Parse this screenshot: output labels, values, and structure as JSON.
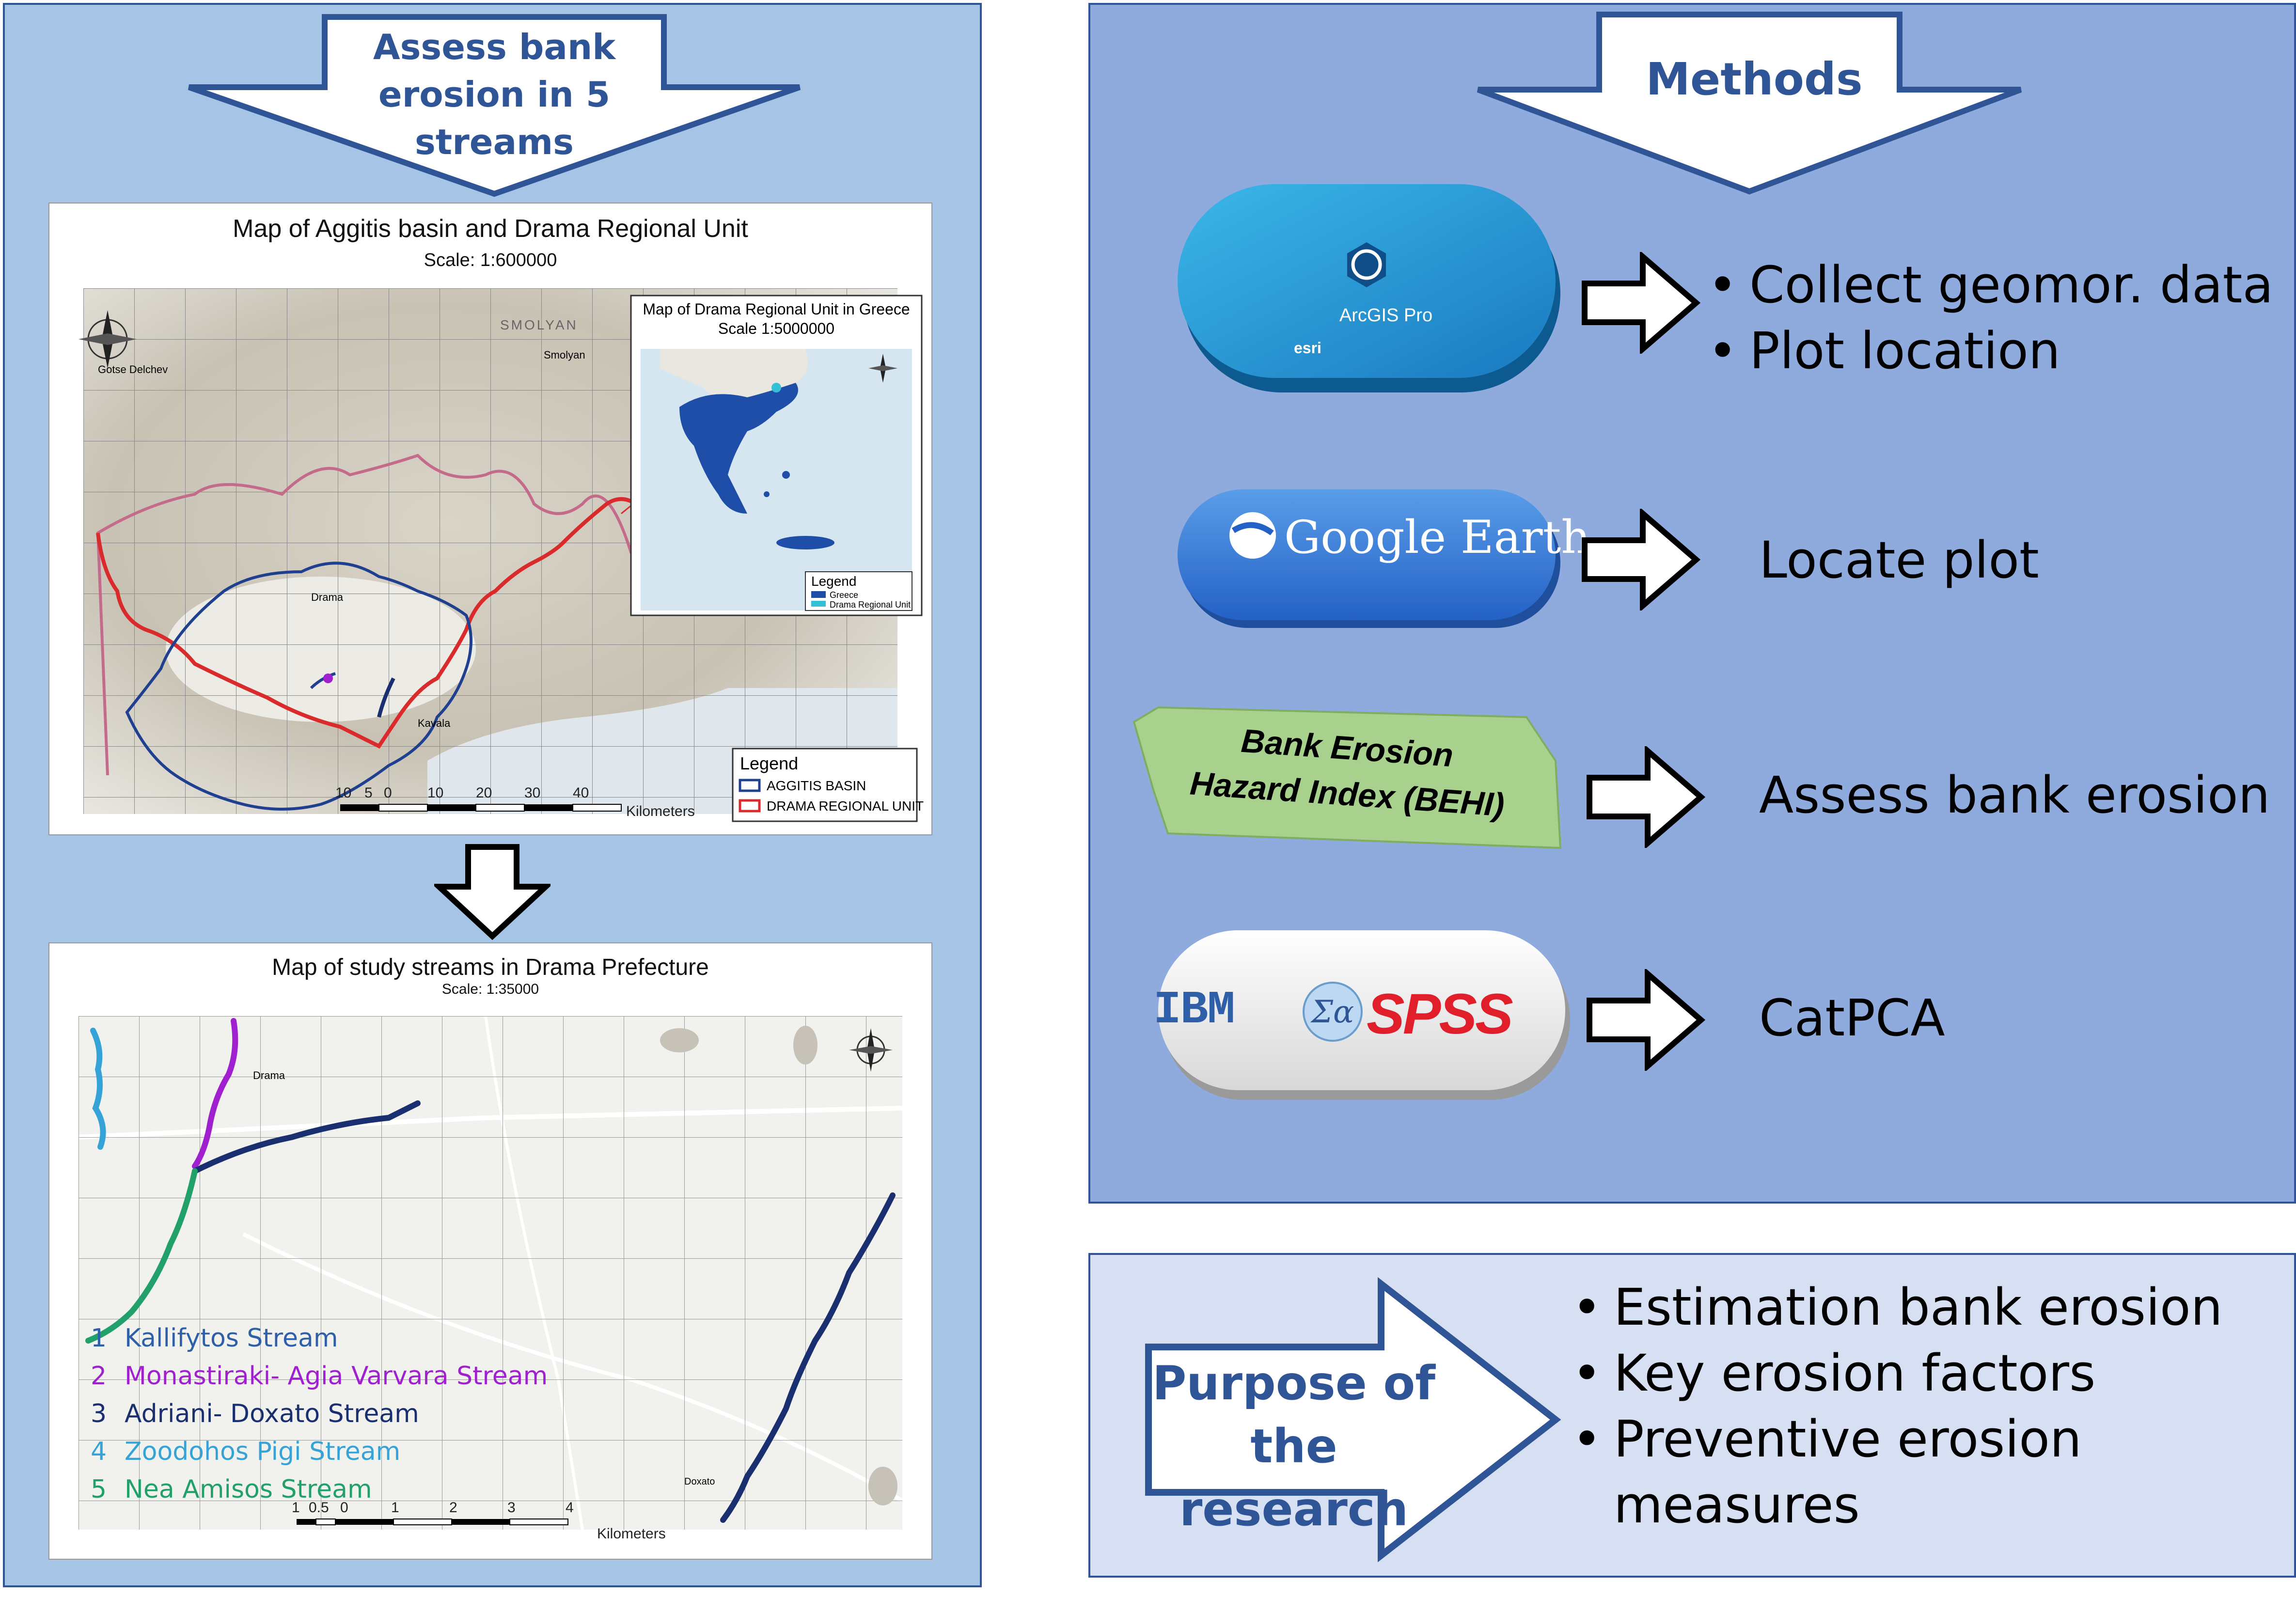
{
  "left": {
    "header": "Assess bank erosion in 5 streams",
    "map1": {
      "title": "Map of Aggitis basin and Drama Regional Unit",
      "scale": "Scale: 1:600000",
      "inset_title": "Map of Drama Regional Unit in Greece",
      "inset_scale": "Scale 1:5000000",
      "inset_legend_title": "Legend",
      "inset_legend_items": [
        "Greece",
        "Drama Regional Unit"
      ],
      "legend_title": "Legend",
      "legend_items": [
        "AGGITIS BASIN",
        "DRAMA REGIONAL UNIT"
      ],
      "scale_ticks": [
        "10",
        "5",
        "0",
        "10",
        "20",
        "30",
        "40"
      ],
      "scale_unit": "Kilometers",
      "place_labels": [
        "Gotse Delchev",
        "Smolyan",
        "Drama",
        "Kavala",
        "SMOLYAN"
      ],
      "colors": {
        "basin": "#1f3f8f",
        "regional_unit": "#d92b2b",
        "border": "#c46a8a"
      }
    },
    "map2": {
      "title": "Map of study streams in Drama Prefecture",
      "scale": "Scale: 1:35000",
      "scale_ticks": [
        "1",
        "0.5",
        "0",
        "1",
        "2",
        "3",
        "4"
      ],
      "scale_unit": "Kilometers",
      "place_labels": [
        "Drama",
        "Doxato"
      ],
      "streams": [
        {
          "num": "1",
          "name": "Kallifytos Stream",
          "color": "#2e5fa8"
        },
        {
          "num": "2",
          "name": "Monastiraki- Agia Varvara Stream",
          "color": "#a020d0"
        },
        {
          "num": "3",
          "name": "Adriani- Doxato Stream",
          "color": "#1a2f70"
        },
        {
          "num": "4",
          "name": "Zoodohos Pigi Stream",
          "color": "#35a3d8"
        },
        {
          "num": "5",
          "name": "Nea Amisos Stream",
          "color": "#22a06a"
        }
      ]
    }
  },
  "methods": {
    "header": "Methods",
    "rows": [
      {
        "tool": "ArcGIS Pro",
        "tool_sub": "esri",
        "items": [
          "Collect geomor. data",
          "Plot location"
        ]
      },
      {
        "tool": "Google Earth",
        "items": [
          "Locate plot"
        ]
      },
      {
        "tool_lines": [
          "Bank Erosion",
          "Hazard Index (BEHI)"
        ],
        "items": [
          "Assess bank erosion"
        ]
      },
      {
        "tool_parts": [
          "IBM",
          "SPSS"
        ],
        "items": [
          "CatPCA"
        ]
      }
    ]
  },
  "purpose": {
    "title": "Purpose of the research",
    "items": [
      "Estimation bank erosion",
      "Key erosion factors",
      "Preventive erosion measures"
    ]
  }
}
